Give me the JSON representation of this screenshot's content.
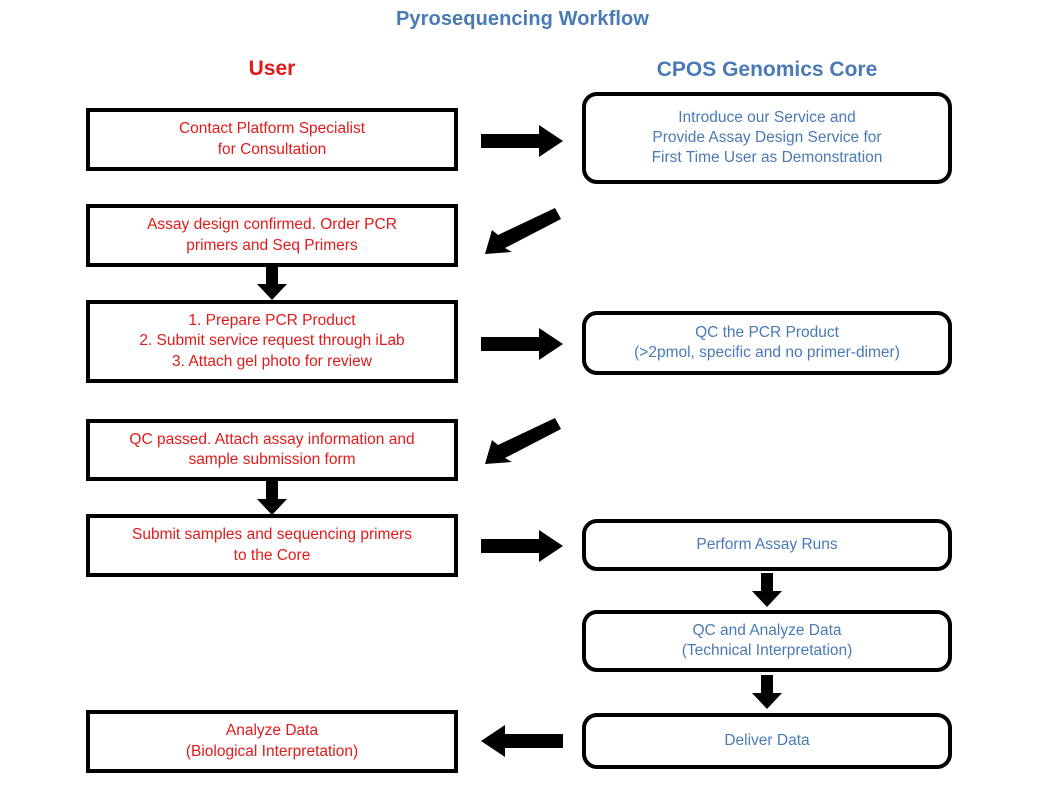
{
  "title": "Pyrosequencing Workflow",
  "colors": {
    "title_blue": "#4a7ab5",
    "user_red": "#e01b1b",
    "core_blue": "#4a7ab5",
    "border_black": "#000000",
    "background": "#ffffff"
  },
  "columns": {
    "left_header": "User",
    "right_header": "CPOS Genomics Core"
  },
  "left_boxes": [
    {
      "id": "contact-platform-specialist",
      "text": "Contact Platform Specialist\nfor Consultation"
    },
    {
      "id": "assay-design-confirmed",
      "text": "Assay design confirmed. Order PCR\nprimers and Seq Primers"
    },
    {
      "id": "prepare-submit-attach",
      "text": "1. Prepare PCR Product\n2. Submit service request through iLab\n3. Attach gel photo for review"
    },
    {
      "id": "qc-passed-attach-forms",
      "text": "QC passed. Attach assay information and\nsample submission form"
    },
    {
      "id": "submit-samples-and-primers",
      "text": "Submit samples and sequencing primers\nto the Core"
    },
    {
      "id": "analyze-data-biological",
      "text": "Analyze Data\n(Biological Interpretation)"
    }
  ],
  "right_boxes": [
    {
      "id": "introduce-service-assay-design",
      "text": "Introduce our Service and\nProvide Assay Design Service for\nFirst Time User as Demonstration"
    },
    {
      "id": "qc-the-pcr-product",
      "text": "QC the PCR Product\n(>2pmol, specific and no primer-dimer)"
    },
    {
      "id": "perform-assay-runs",
      "text": "Perform Assay Runs"
    },
    {
      "id": "qc-and-analyze-data",
      "text": "QC and Analyze Data\n(Technical Interpretation)"
    },
    {
      "id": "deliver-data",
      "text": "Deliver Data"
    }
  ],
  "arrows": [
    {
      "id": "arrow-user-to-core-consultation",
      "direction": "right"
    },
    {
      "id": "arrow-core-to-user-assay-design",
      "direction": "diagonal-down-left"
    },
    {
      "id": "arrow-down-assay-to-prepare",
      "direction": "down"
    },
    {
      "id": "arrow-user-to-core-pcr-qc",
      "direction": "right"
    },
    {
      "id": "arrow-core-to-user-qc-passed",
      "direction": "diagonal-down-left"
    },
    {
      "id": "arrow-down-qcpassed-to-submit",
      "direction": "down"
    },
    {
      "id": "arrow-user-to-core-submit-samples",
      "direction": "right"
    },
    {
      "id": "arrow-down-assayruns-to-qc",
      "direction": "down"
    },
    {
      "id": "arrow-down-qc-to-deliver",
      "direction": "down"
    },
    {
      "id": "arrow-core-to-user-deliver",
      "direction": "left"
    }
  ]
}
